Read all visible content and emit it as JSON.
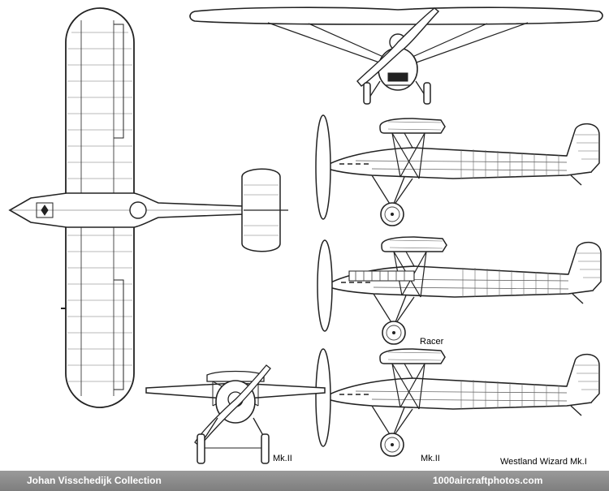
{
  "labels": {
    "racer": "Racer",
    "mk2_front": "Mk.II",
    "mk2_side": "Mk.II",
    "aircraft_name": "Westland Wizard Mk.I"
  },
  "footer": {
    "collection": "Johan Visschedijk Collection",
    "website": "1000aircraftphotos.com"
  },
  "colors": {
    "line": "#222222",
    "footer_bg": "#8a8a8a",
    "footer_text": "#ffffff"
  }
}
